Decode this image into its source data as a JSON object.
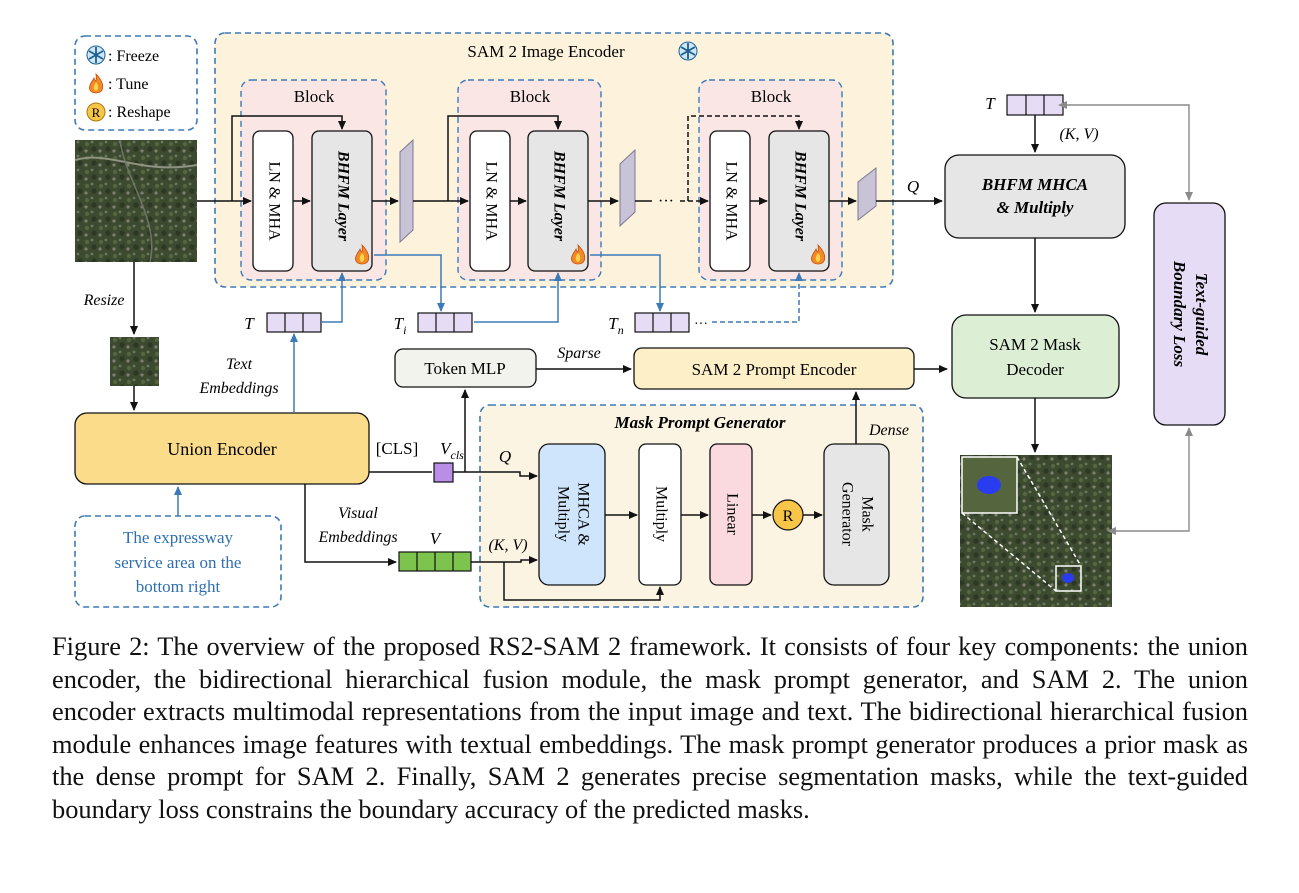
{
  "legend": {
    "freeze": ": Freeze",
    "tune": ": Tune",
    "reshape": ": Reshape",
    "reshape_symbol": "R"
  },
  "encoder": {
    "title": "SAM 2 Image Encoder",
    "block_title": "Block",
    "ln_mha": "LN & MHA",
    "bhfm_layer": "BHFM Layer"
  },
  "labels": {
    "resize": "Resize",
    "ellipsis": "···",
    "text_embeddings_1": "Text",
    "text_embeddings_2": "Embeddings",
    "visual_embeddings_1": "Visual",
    "visual_embeddings_2": "Embeddings",
    "cls": "[CLS]",
    "q": "Q",
    "kv": "(K, V)",
    "sparse": "Sparse",
    "dense": "Dense"
  },
  "tokens": {
    "T": "T",
    "Ti_base": "T",
    "Ti_sub": "i",
    "Tn_base": "T",
    "Tn_sub": "n",
    "V": "V",
    "Vcls_base": "V",
    "Vcls_sub": "cls"
  },
  "modules": {
    "union_encoder": "Union Encoder",
    "token_mlp": "Token MLP",
    "prompt_encoder": "SAM 2 Prompt Encoder",
    "mask_decoder_1": "SAM 2 Mask",
    "mask_decoder_2": "Decoder",
    "bhfm_mhca_1": "BHFM MHCA",
    "bhfm_mhca_2": "& Multiply",
    "boundary_loss_1": "Text-guided",
    "boundary_loss_2": "Boundary Loss",
    "mask_prompt_generator": "Mask Prompt Generator",
    "mhca_multiply_1": "MHCA &",
    "mhca_multiply_2": "Multiply",
    "multiply": "Multiply",
    "linear": "Linear",
    "mask_generator_1": "Mask",
    "mask_generator_2": "Generator"
  },
  "text_prompt": [
    "The expressway",
    "service area on the",
    "bottom right"
  ],
  "caption": "Figure 2: The overview of the proposed RS2-SAM 2 framework. It consists of four key components: the union encoder, the bidirectional hierarchical fusion module, the mask prompt generator, and SAM 2. The union encoder extracts multimodal representations from the input image and text. The bidirectional hierarchical fusion module enhances image features with textual embeddings. The mask prompt generator produces a prior mask as the dense prompt for SAM 2. Finally, SAM 2 generates precise segmentation masks, while the text-guided boundary loss constrains the boundary accuracy of the predicted masks.",
  "colors": {
    "encoder_bg": "#fdf3dc",
    "block_bg": "#fbe6e6",
    "dashed_blue": "#3d7ab8",
    "union": "#fbdc8a",
    "prompt_enc": "#fdf0c8",
    "decoder": "#dcefd4",
    "loss": "#e6dcf5",
    "token_purple": "#e6dcf5",
    "token_green": "#7cc44e",
    "mhca_blue": "#cfe5fb",
    "linear_pink": "#fadadf",
    "reshape": "#f7c548",
    "gray_box": "#e6e6e6",
    "text_prompt_blue": "#2f6fae"
  }
}
